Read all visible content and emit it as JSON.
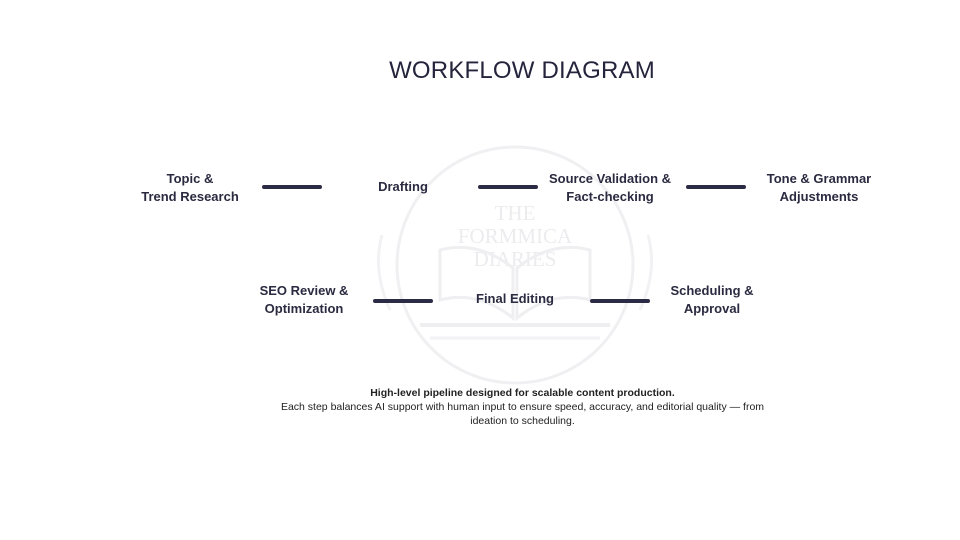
{
  "title": "WORKFLOW DIAGRAM",
  "watermark": {
    "lines": [
      "THE",
      "FORMMICA",
      "DIARIES"
    ]
  },
  "steps": [
    {
      "lines": [
        "Topic &",
        "Trend Research"
      ]
    },
    {
      "lines": [
        "Drafting"
      ]
    },
    {
      "lines": [
        "Source Validation &",
        "Fact-checking"
      ]
    },
    {
      "lines": [
        "Tone & Grammar",
        "Adjustments"
      ]
    },
    {
      "lines": [
        "SEO Review &",
        "Optimization"
      ]
    },
    {
      "lines": [
        "Final Editing"
      ]
    },
    {
      "lines": [
        "Scheduling &",
        "Approval"
      ]
    }
  ],
  "caption": {
    "lead": "High-level pipeline designed for scalable content production.",
    "detail": "Each step balances AI support with human input to ensure speed, accuracy, and editorial quality — from ideation to scheduling."
  }
}
